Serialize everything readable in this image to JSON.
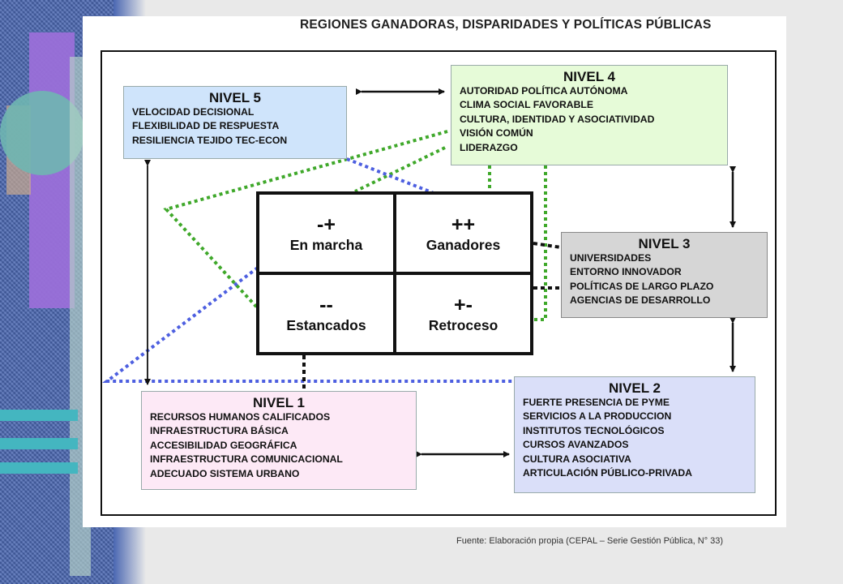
{
  "title": "REGIONES GANADORAS, DISPARIDADES Y POLÍTICAS PÚBLICAS",
  "levels": {
    "n5": {
      "title": "NIVEL 5",
      "items": [
        "VELOCIDAD DECISIONAL",
        "FLEXIBILIDAD DE RESPUESTA",
        "RESILIENCIA TEJIDO TEC-ECON"
      ]
    },
    "n4": {
      "title": "NIVEL 4",
      "items": [
        "AUTORIDAD POLÍTICA AUTÓNOMA",
        "CLIMA SOCIAL FAVORABLE",
        "CULTURA, IDENTIDAD Y ASOCIATIVIDAD",
        "VISIÓN COMÚN",
        "LIDERAZGO"
      ]
    },
    "n3": {
      "title": "NIVEL 3",
      "items": [
        "UNIVERSIDADES",
        "ENTORNO INNOVADOR",
        "POLÍTICAS DE LARGO PLAZO",
        "AGENCIAS DE DESARROLLO"
      ]
    },
    "n2": {
      "title": "NIVEL 2",
      "items": [
        "FUERTE PRESENCIA DE PYME",
        "SERVICIOS A LA PRODUCCION",
        "INSTITUTOS TECNOLÓGICOS",
        "CURSOS AVANZADOS",
        "CULTURA ASOCIATIVA",
        "ARTICULACIÓN PÚBLICO-PRIVADA"
      ]
    },
    "n1": {
      "title": "NIVEL 1",
      "items": [
        "RECURSOS HUMANOS CALIFICADOS",
        "INFRAESTRUCTURA BÁSICA",
        "ACCESIBILIDAD  GEOGRÁFICA",
        "INFRAESTRUCTURA COMUNICACIONAL",
        "ADECUADO SISTEMA URBANO"
      ]
    }
  },
  "quadrants": [
    {
      "symbol": "-+",
      "label": "En marcha"
    },
    {
      "symbol": "++",
      "label": "Ganadores"
    },
    {
      "symbol": "--",
      "label": "Estancados"
    },
    {
      "symbol": "+-",
      "label": "Retroceso"
    }
  ],
  "source": "Fuente: Elaboración propia (CEPAL – Serie Gestión Pública, N° 33)",
  "colors": {
    "nivel5": "#cfe4fb",
    "nivel4": "#e6fbd8",
    "nivel3": "#d6d6d6",
    "nivel2": "#dadff9",
    "nivel1": "#fde9f6",
    "green_dots": "#3fa82a",
    "blue_dots": "#4d5fe0"
  }
}
